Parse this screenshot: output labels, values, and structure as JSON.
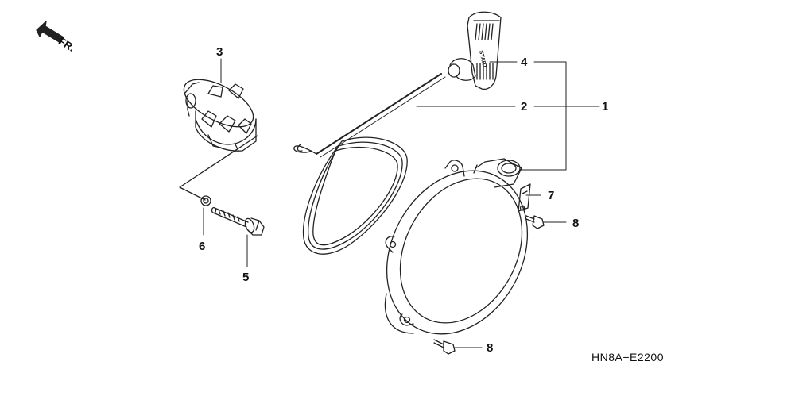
{
  "direction": {
    "label": "FR.",
    "icon": "front-arrow-icon"
  },
  "diagram_code": "HN8A−E2200",
  "callouts": [
    {
      "id": "1",
      "label": "1"
    },
    {
      "id": "2",
      "label": "2"
    },
    {
      "id": "3",
      "label": "3"
    },
    {
      "id": "4",
      "label": "4"
    },
    {
      "id": "5",
      "label": "5"
    },
    {
      "id": "6",
      "label": "6"
    },
    {
      "id": "7",
      "label": "7"
    },
    {
      "id": "8a",
      "label": "8"
    },
    {
      "id": "8b",
      "label": "8"
    }
  ],
  "handle_text": "START"
}
